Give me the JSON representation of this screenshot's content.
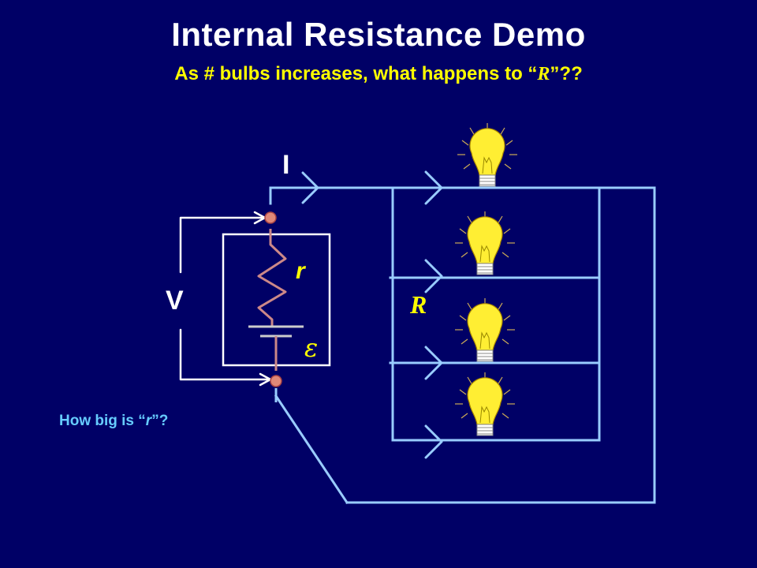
{
  "title": "Internal Resistance Demo",
  "subtitle": {
    "prefix": "As # bulbs increases, what happens to “",
    "symbol": "R",
    "suffix": "”??"
  },
  "labels": {
    "current": "I",
    "voltage": "V",
    "internal_resistance": "r",
    "load_resistance": "R",
    "emf": "ε"
  },
  "question": {
    "prefix": "How big is “",
    "symbol": "r",
    "suffix": "”?"
  },
  "colors": {
    "background": "#000066",
    "wire": "#99ccff",
    "terminal": "#e08878",
    "resistor": "#cc8888",
    "bulb": "#ffee33",
    "text_primary": "#ffffff",
    "text_accent": "#ffff00",
    "text_question": "#66ccff"
  },
  "bulb_count": 4
}
